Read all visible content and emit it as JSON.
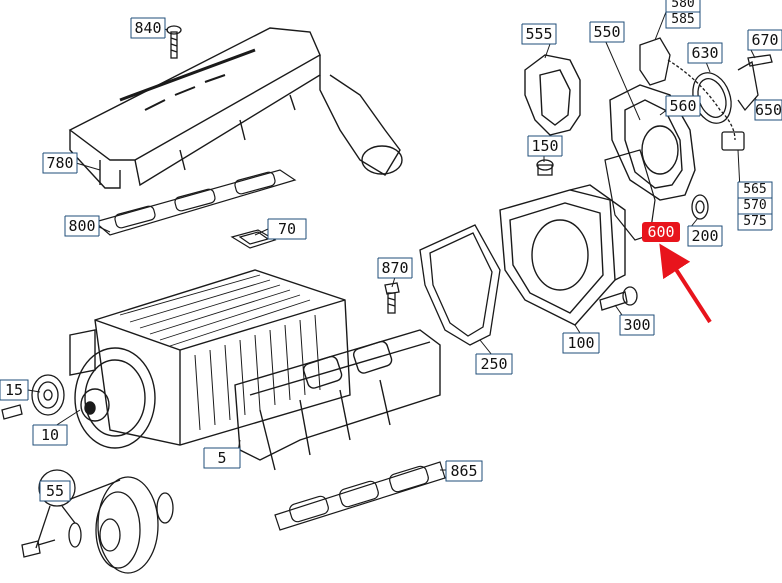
{
  "diagram": {
    "labels": [
      {
        "id": "l840",
        "text": "840"
      },
      {
        "id": "l780",
        "text": "780"
      },
      {
        "id": "l800",
        "text": "800"
      },
      {
        "id": "l70",
        "text": "70"
      },
      {
        "id": "l870",
        "text": "870"
      },
      {
        "id": "l555",
        "text": "555"
      },
      {
        "id": "l550",
        "text": "550"
      },
      {
        "id": "l580",
        "text": "580"
      },
      {
        "id": "l585",
        "text": "585"
      },
      {
        "id": "l630",
        "text": "630"
      },
      {
        "id": "l670",
        "text": "670"
      },
      {
        "id": "l650",
        "text": "650"
      },
      {
        "id": "l560",
        "text": "560"
      },
      {
        "id": "l150",
        "text": "150"
      },
      {
        "id": "l565",
        "text": "565"
      },
      {
        "id": "l570",
        "text": "570"
      },
      {
        "id": "l575",
        "text": "575"
      },
      {
        "id": "l600",
        "text": "600"
      },
      {
        "id": "l200",
        "text": "200"
      },
      {
        "id": "l300",
        "text": "300"
      },
      {
        "id": "l100",
        "text": "100"
      },
      {
        "id": "l250",
        "text": "250"
      },
      {
        "id": "l15",
        "text": "15"
      },
      {
        "id": "l10",
        "text": "10"
      },
      {
        "id": "l5",
        "text": "5"
      },
      {
        "id": "l865",
        "text": "865"
      },
      {
        "id": "l55",
        "text": "55"
      }
    ],
    "highlight": {
      "label_id": "l600",
      "color": "#e8141c"
    },
    "colors": {
      "line": "#1a1a1a",
      "label_border": "#1f4e79",
      "label_text": "#111111"
    }
  }
}
